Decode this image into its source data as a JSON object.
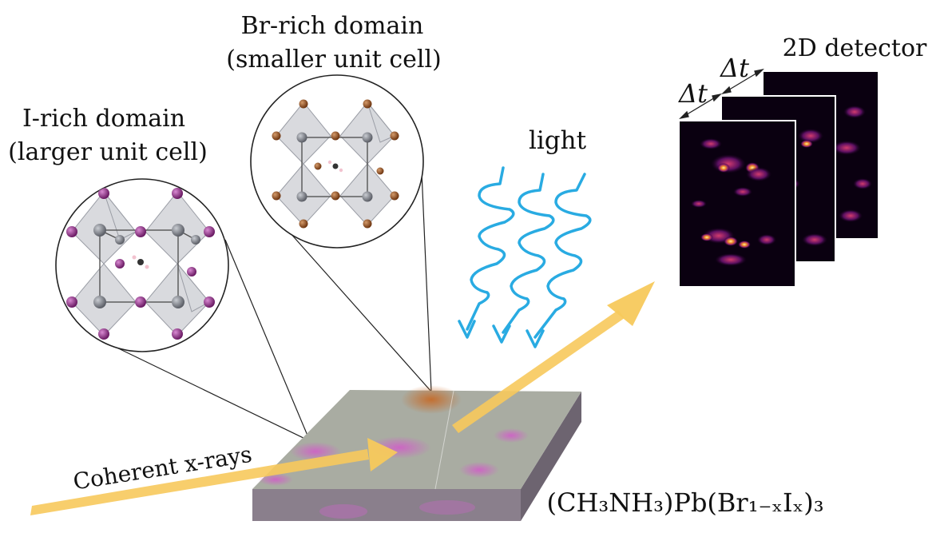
{
  "labels": {
    "br_title": "Br-rich domain",
    "br_subtitle": "(smaller unit cell)",
    "i_title": "I-rich domain",
    "i_subtitle": "(larger unit cell)",
    "light": "light",
    "detector": "2D detector",
    "delta_t": "Δt",
    "xrays": "Coherent x-rays",
    "formula": "(CH₃NH₃)Pb(Br₁₋ₓIₓ)₃"
  },
  "colors": {
    "xray_beam": "#f7c95c",
    "light_wave": "#29abe2",
    "iodine": "#8b2d82",
    "bromine": "#8a4a1c",
    "lead": "#7d7f86",
    "octahedron": "#b9bcc3",
    "detector_bg": "#0a0010"
  }
}
